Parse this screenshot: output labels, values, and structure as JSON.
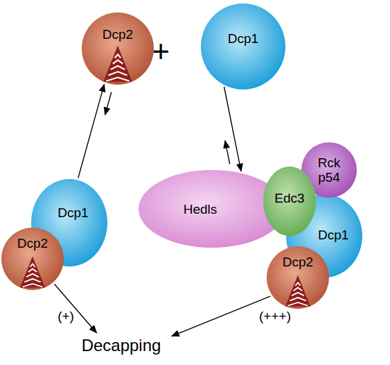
{
  "diagram": {
    "nodes": [
      {
        "text": [
          "Dcp2"
        ]
      },
      {
        "text": [
          "Dcp1"
        ]
      },
      {
        "text": [
          "Dcp1"
        ]
      },
      {
        "text": [
          "Dcp2"
        ]
      },
      {
        "text": [
          "Hedls"
        ]
      },
      {
        "text": [
          "Edc3"
        ]
      },
      {
        "text": [
          "Rck p54"
        ]
      },
      {
        "text": [
          "Dcp1"
        ]
      },
      {
        "text": [
          "Dcp2"
        ]
      },
      {
        "text": [
          "Decapping"
        ]
      }
    ],
    "edges": [
      {
        "from": 2,
        "to": 0,
        "arrow": "to"
      },
      {
        "from": 0,
        "to": 2,
        "arrow": "to"
      },
      {
        "from": 1,
        "to": 4,
        "arrow": "to"
      },
      {
        "from": 4,
        "to": 1,
        "arrow": "to"
      },
      {
        "from": 3,
        "to": 9,
        "label": "(+)",
        "arrow": "to"
      },
      {
        "from": 8,
        "to": 9,
        "label": "(+++)",
        "arrow": "to"
      }
    ],
    "labels": [
      "+"
    ]
  }
}
